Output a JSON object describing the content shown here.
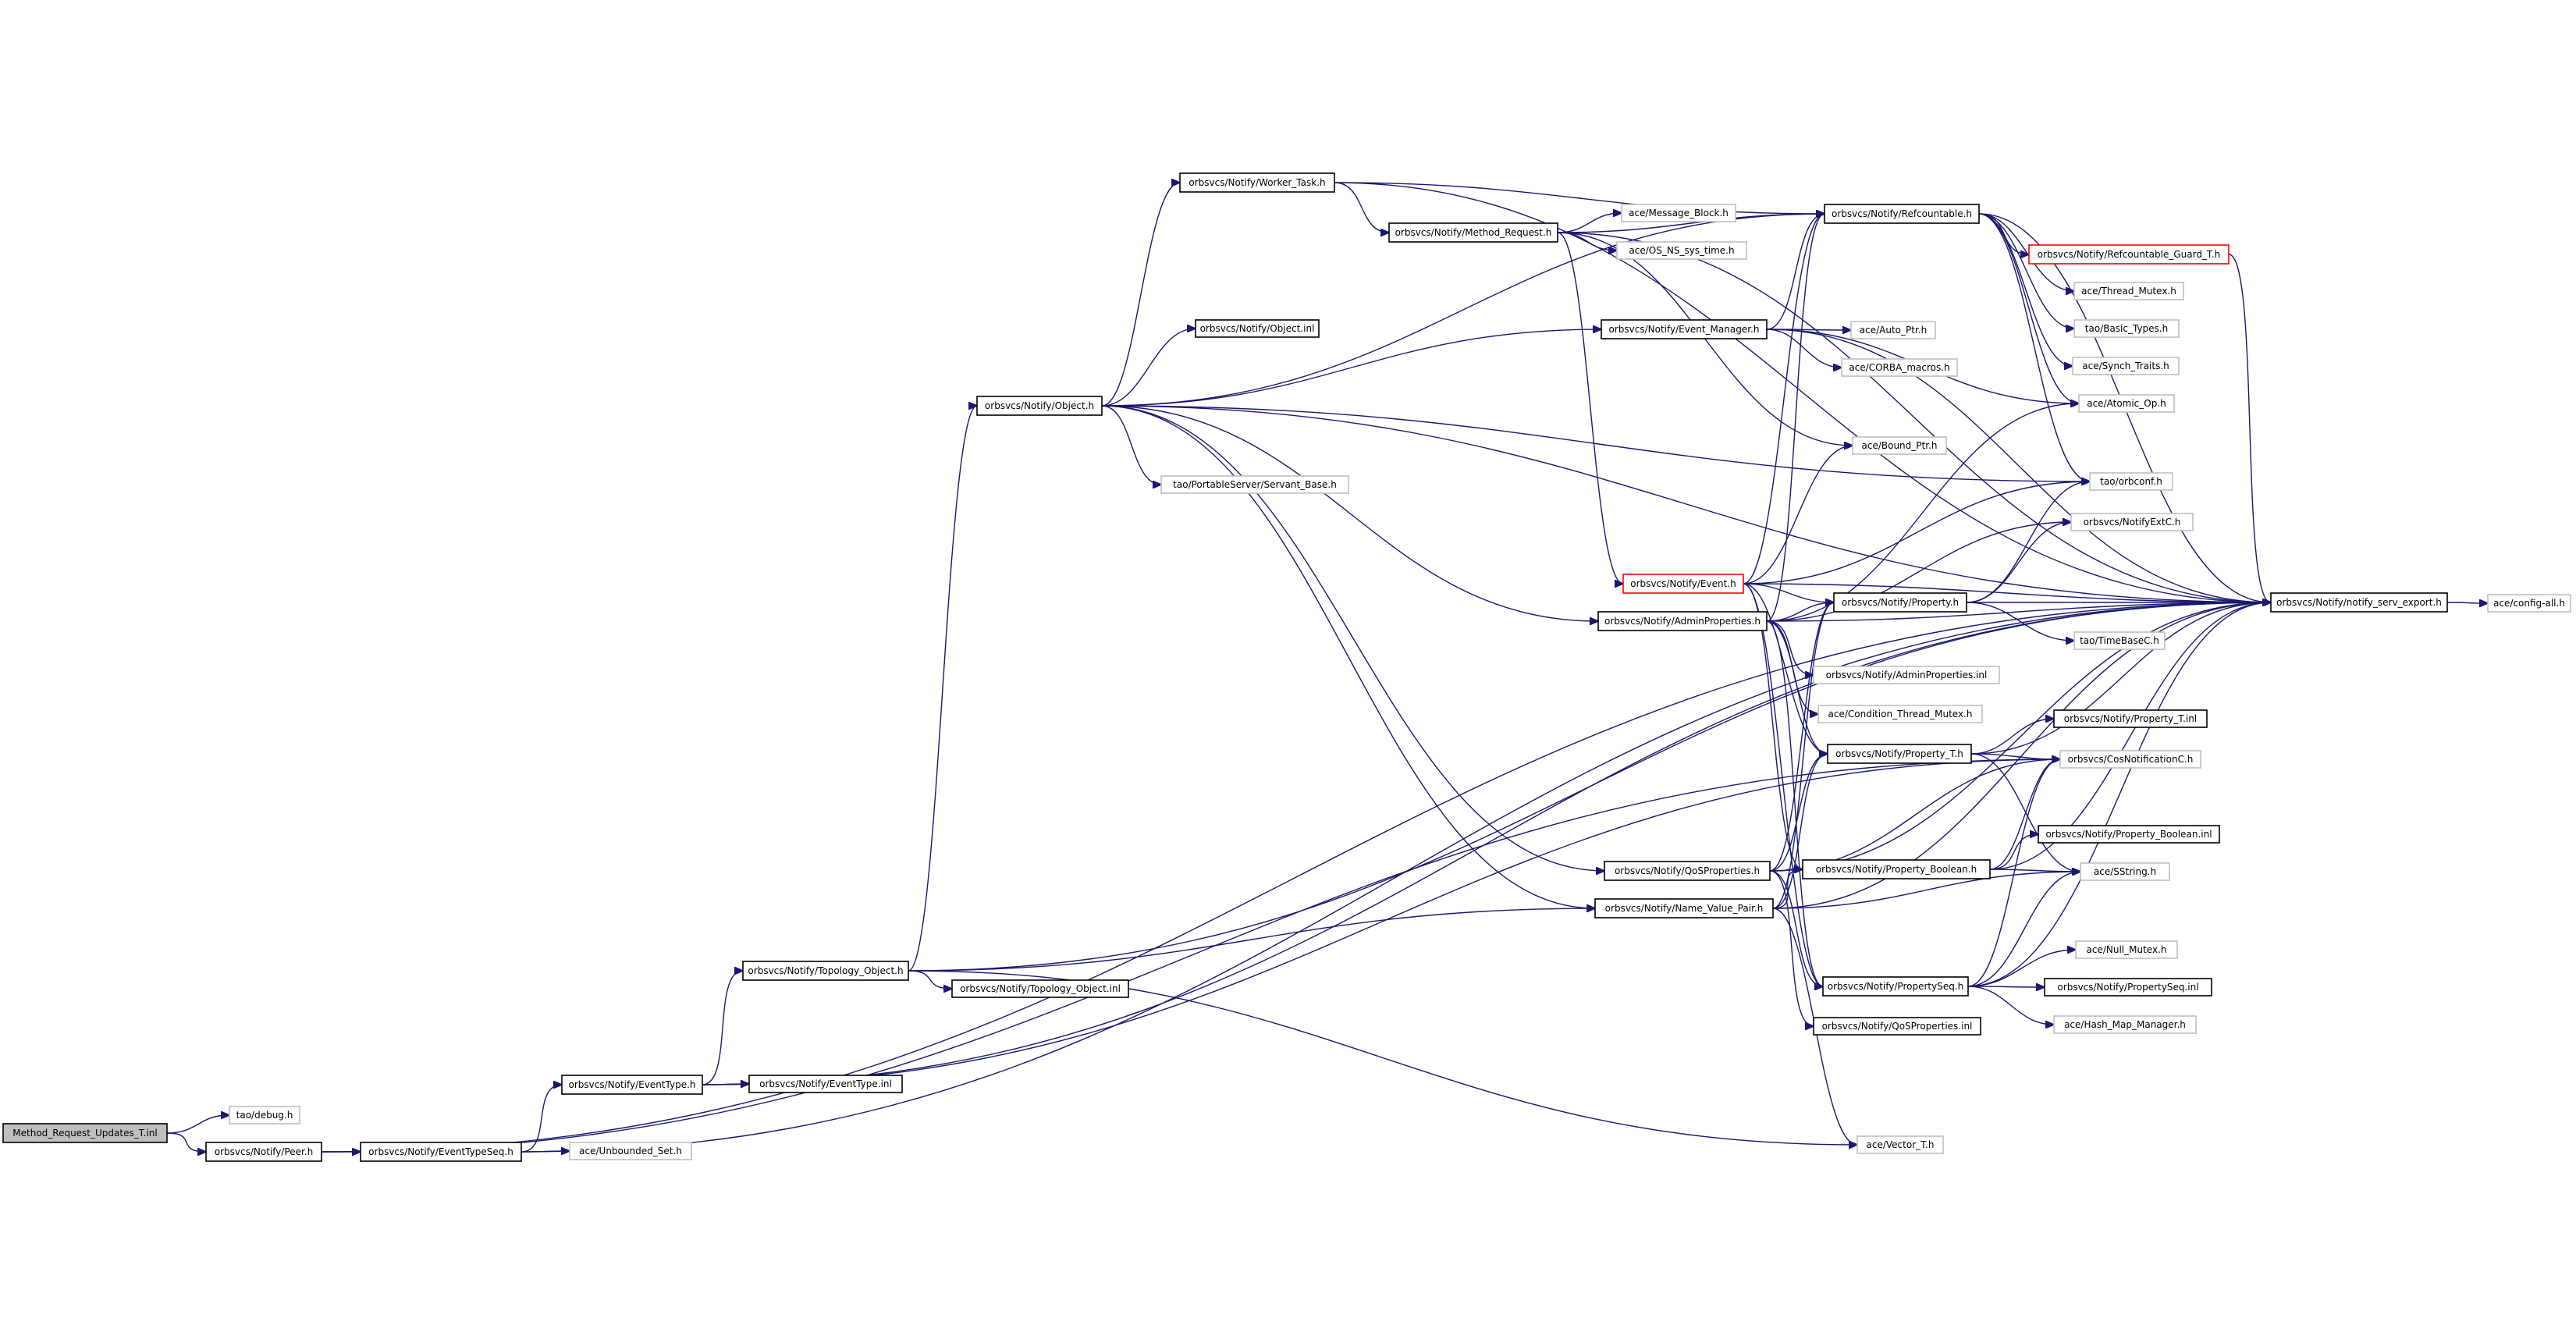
{
  "diagram": {
    "nodes": [
      {
        "id": "root",
        "label": "Method_Request_Updates_T.inl",
        "style": "root"
      },
      {
        "id": "debug",
        "label": "tao/debug.h",
        "style": "ext"
      },
      {
        "id": "peer",
        "label": "orbsvcs/Notify/Peer.h",
        "style": "normal"
      },
      {
        "id": "etseq",
        "label": "orbsvcs/Notify/EventTypeSeq.h",
        "style": "normal"
      },
      {
        "id": "unbset",
        "label": "ace/Unbounded_Set.h",
        "style": "ext"
      },
      {
        "id": "etype",
        "label": "orbsvcs/Notify/EventType.h",
        "style": "normal"
      },
      {
        "id": "etypeinl",
        "label": "orbsvcs/Notify/EventType.inl",
        "style": "normal"
      },
      {
        "id": "topo",
        "label": "orbsvcs/Notify/Topology_Object.h",
        "style": "normal"
      },
      {
        "id": "topoinl",
        "label": "orbsvcs/Notify/Topology_Object.inl",
        "style": "normal"
      },
      {
        "id": "object",
        "label": "orbsvcs/Notify/Object.h",
        "style": "normal"
      },
      {
        "id": "worker",
        "label": "orbsvcs/Notify/Worker_Task.h",
        "style": "normal"
      },
      {
        "id": "objinl",
        "label": "orbsvcs/Notify/Object.inl",
        "style": "normal"
      },
      {
        "id": "servant",
        "label": "tao/PortableServer/Servant_Base.h",
        "style": "ext"
      },
      {
        "id": "methreq",
        "label": "orbsvcs/Notify/Method_Request.h",
        "style": "normal"
      },
      {
        "id": "msgblock",
        "label": "ace/Message_Block.h",
        "style": "ext"
      },
      {
        "id": "ostime",
        "label": "ace/OS_NS_sys_time.h",
        "style": "ext"
      },
      {
        "id": "evmgr",
        "label": "orbsvcs/Notify/Event_Manager.h",
        "style": "normal"
      },
      {
        "id": "autoptr",
        "label": "ace/Auto_Ptr.h",
        "style": "ext"
      },
      {
        "id": "corbamac",
        "label": "ace/CORBA_macros.h",
        "style": "ext"
      },
      {
        "id": "boundptr",
        "label": "ace/Bound_Ptr.h",
        "style": "ext"
      },
      {
        "id": "event",
        "label": "orbsvcs/Notify/Event.h",
        "style": "red"
      },
      {
        "id": "adminprop",
        "label": "orbsvcs/Notify/AdminProperties.h",
        "style": "normal"
      },
      {
        "id": "adminpropinl",
        "label": "orbsvcs/Notify/AdminProperties.inl",
        "style": "ext"
      },
      {
        "id": "condmutex",
        "label": "ace/Condition_Thread_Mutex.h",
        "style": "ext"
      },
      {
        "id": "refc",
        "label": "orbsvcs/Notify/Refcountable.h",
        "style": "normal"
      },
      {
        "id": "refguard",
        "label": "orbsvcs/Notify/Refcountable_Guard_T.h",
        "style": "red"
      },
      {
        "id": "threadmutex",
        "label": "ace/Thread_Mutex.h",
        "style": "ext"
      },
      {
        "id": "basictypes",
        "label": "tao/Basic_Types.h",
        "style": "ext"
      },
      {
        "id": "synch",
        "label": "ace/Synch_Traits.h",
        "style": "ext"
      },
      {
        "id": "atomic",
        "label": "ace/Atomic_Op.h",
        "style": "ext"
      },
      {
        "id": "orbconf",
        "label": "tao/orbconf.h",
        "style": "ext"
      },
      {
        "id": "notifyextc",
        "label": "orbsvcs/NotifyExtC.h",
        "style": "ext"
      },
      {
        "id": "prop",
        "label": "orbsvcs/Notify/Property.h",
        "style": "normal"
      },
      {
        "id": "timebase",
        "label": "tao/TimeBaseC.h",
        "style": "ext"
      },
      {
        "id": "propt",
        "label": "orbsvcs/Notify/Property_T.h",
        "style": "normal"
      },
      {
        "id": "proptinl",
        "label": "orbsvcs/Notify/Property_T.inl",
        "style": "normal"
      },
      {
        "id": "cosnotif",
        "label": "orbsvcs/CosNotificationC.h",
        "style": "ext"
      },
      {
        "id": "qosprop",
        "label": "orbsvcs/Notify/QoSProperties.h",
        "style": "normal"
      },
      {
        "id": "propbool",
        "label": "orbsvcs/Notify/Property_Boolean.h",
        "style": "normal"
      },
      {
        "id": "propboolinl",
        "label": "orbsvcs/Notify/Property_Boolean.inl",
        "style": "normal"
      },
      {
        "id": "sstring",
        "label": "ace/SString.h",
        "style": "ext"
      },
      {
        "id": "nvp",
        "label": "orbsvcs/Notify/Name_Value_Pair.h",
        "style": "normal"
      },
      {
        "id": "propseq",
        "label": "orbsvcs/Notify/PropertySeq.h",
        "style": "normal"
      },
      {
        "id": "nullmutex",
        "label": "ace/Null_Mutex.h",
        "style": "ext"
      },
      {
        "id": "propseqinl",
        "label": "orbsvcs/Notify/PropertySeq.inl",
        "style": "normal"
      },
      {
        "id": "hashmap",
        "label": "ace/Hash_Map_Manager.h",
        "style": "ext"
      },
      {
        "id": "qospropinl",
        "label": "orbsvcs/Notify/QoSProperties.inl",
        "style": "normal"
      },
      {
        "id": "vectort",
        "label": "ace/Vector_T.h",
        "style": "ext"
      },
      {
        "id": "servexport",
        "label": "orbsvcs/Notify/notify_serv_export.h",
        "style": "normal"
      },
      {
        "id": "configall",
        "label": "ace/config-all.h",
        "style": "ext"
      }
    ],
    "edges": [
      [
        "root",
        "debug"
      ],
      [
        "root",
        "peer"
      ],
      [
        "peer",
        "etseq"
      ],
      [
        "peer",
        "servexport"
      ],
      [
        "peer",
        "cosnotif"
      ],
      [
        "etseq",
        "unbset"
      ],
      [
        "etseq",
        "etype"
      ],
      [
        "etseq",
        "servexport"
      ],
      [
        "etype",
        "etypeinl"
      ],
      [
        "etype",
        "topo"
      ],
      [
        "etype",
        "cosnotif"
      ],
      [
        "etype",
        "servexport"
      ],
      [
        "topo",
        "topoinl"
      ],
      [
        "topo",
        "object"
      ],
      [
        "topo",
        "nvp"
      ],
      [
        "topo",
        "servexport"
      ],
      [
        "topo",
        "vectort"
      ],
      [
        "object",
        "worker"
      ],
      [
        "object",
        "objinl"
      ],
      [
        "object",
        "servant"
      ],
      [
        "object",
        "evmgr"
      ],
      [
        "object",
        "refc"
      ],
      [
        "object",
        "adminprop"
      ],
      [
        "object",
        "qosprop"
      ],
      [
        "object",
        "nvp"
      ],
      [
        "object",
        "servexport"
      ],
      [
        "object",
        "orbconf"
      ],
      [
        "worker",
        "methreq"
      ],
      [
        "worker",
        "refc"
      ],
      [
        "worker",
        "servexport"
      ],
      [
        "methreq",
        "msgblock"
      ],
      [
        "methreq",
        "ostime"
      ],
      [
        "methreq",
        "event"
      ],
      [
        "methreq",
        "refc"
      ],
      [
        "methreq",
        "boundptr"
      ],
      [
        "methreq",
        "servexport"
      ],
      [
        "evmgr",
        "autoptr"
      ],
      [
        "evmgr",
        "corbamac"
      ],
      [
        "evmgr",
        "refc"
      ],
      [
        "evmgr",
        "atomic"
      ],
      [
        "evmgr",
        "servexport"
      ],
      [
        "event",
        "refc"
      ],
      [
        "event",
        "prop"
      ],
      [
        "event",
        "propt"
      ],
      [
        "event",
        "propbool"
      ],
      [
        "event",
        "propseq"
      ],
      [
        "event",
        "servexport"
      ],
      [
        "event",
        "orbconf"
      ],
      [
        "event",
        "boundptr"
      ],
      [
        "adminprop",
        "adminpropinl"
      ],
      [
        "adminprop",
        "condmutex"
      ],
      [
        "adminprop",
        "prop"
      ],
      [
        "adminprop",
        "propt"
      ],
      [
        "adminprop",
        "refc"
      ],
      [
        "adminprop",
        "propseq"
      ],
      [
        "adminprop",
        "servexport"
      ],
      [
        "adminprop",
        "notifyextc"
      ],
      [
        "adminprop",
        "atomic"
      ],
      [
        "refc",
        "refguard"
      ],
      [
        "refc",
        "threadmutex"
      ],
      [
        "refc",
        "basictypes"
      ],
      [
        "refc",
        "synch"
      ],
      [
        "refc",
        "atomic"
      ],
      [
        "refc",
        "orbconf"
      ],
      [
        "refc",
        "servexport"
      ],
      [
        "refguard",
        "servexport"
      ],
      [
        "prop",
        "timebase"
      ],
      [
        "prop",
        "orbconf"
      ],
      [
        "prop",
        "notifyextc"
      ],
      [
        "prop",
        "servexport"
      ],
      [
        "propt",
        "proptinl"
      ],
      [
        "propt",
        "cosnotif"
      ],
      [
        "propt",
        "sstring"
      ],
      [
        "propt",
        "servexport"
      ],
      [
        "qosprop",
        "prop"
      ],
      [
        "qosprop",
        "propt"
      ],
      [
        "qosprop",
        "propbool"
      ],
      [
        "qosprop",
        "propseq"
      ],
      [
        "qosprop",
        "qospropinl"
      ],
      [
        "qosprop",
        "cosnotif"
      ],
      [
        "qosprop",
        "servexport"
      ],
      [
        "propbool",
        "propboolinl"
      ],
      [
        "propbool",
        "cosnotif"
      ],
      [
        "propbool",
        "sstring"
      ],
      [
        "propbool",
        "servexport"
      ],
      [
        "nvp",
        "prop"
      ],
      [
        "nvp",
        "propbool"
      ],
      [
        "nvp",
        "propt"
      ],
      [
        "nvp",
        "sstring"
      ],
      [
        "nvp",
        "vectort"
      ],
      [
        "nvp",
        "servexport"
      ],
      [
        "propseq",
        "nullmutex"
      ],
      [
        "propseq",
        "propseqinl"
      ],
      [
        "propseq",
        "hashmap"
      ],
      [
        "propseq",
        "cosnotif"
      ],
      [
        "propseq",
        "sstring"
      ],
      [
        "propseq",
        "servexport"
      ],
      [
        "servexport",
        "configall"
      ]
    ]
  }
}
